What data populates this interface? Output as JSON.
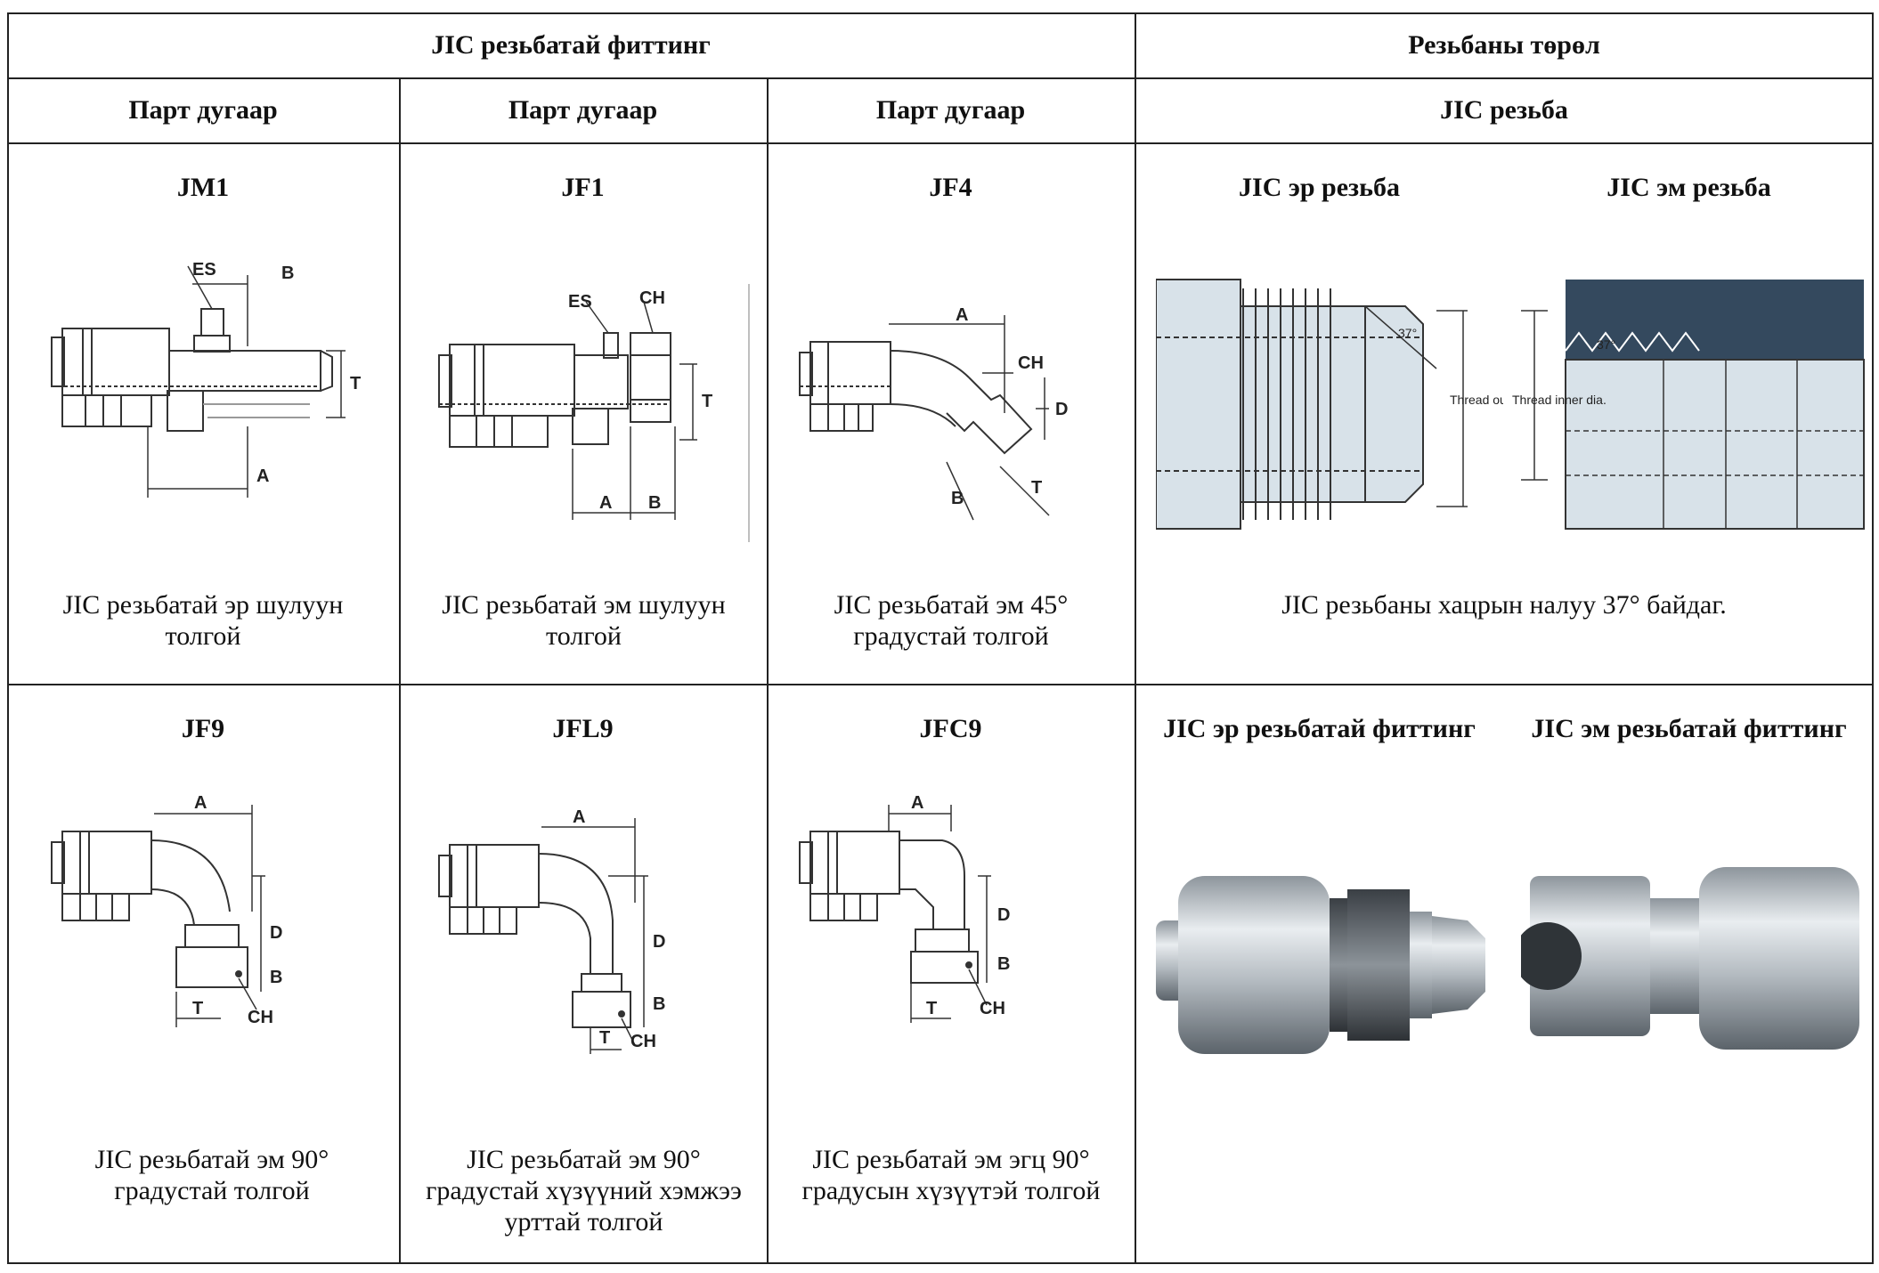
{
  "header": {
    "left_title": "JIC резьбатай фиттинг",
    "right_title": "Резьбаны төрөл",
    "part_label_1": "Парт дугаар",
    "part_label_2": "Парт дугаар",
    "part_label_3": "Парт дугаар",
    "thread_label": "JIC резьба"
  },
  "row1": {
    "items": [
      {
        "code": "JM1",
        "caption": "JIC резьбатай эр шулуун толгой"
      },
      {
        "code": "JF1",
        "caption": "JIC резьбатай эм шулуун толгой"
      },
      {
        "code": "JF4",
        "caption": "JIC резьбатай эм 45° градустай толгой"
      }
    ],
    "thread": {
      "male_title": "JIC эр резьба",
      "female_title": "JIC эм резьба",
      "caption": "JIC резьбаны хацрын налуу 37° байдаг.",
      "angle_label": "37°",
      "outer_label": "Thread outer dia.",
      "inner_label": "Thread inner dia."
    }
  },
  "row2": {
    "items": [
      {
        "code": "JF9",
        "caption": "JIC резьбатай эм 90° градустай толгой"
      },
      {
        "code": "JFL9",
        "caption": "JIC резьбатай эм 90° градустай хүзүүний хэмжээ урттай толгой"
      },
      {
        "code": "JFC9",
        "caption": "JIC резьбатай эм эгц 90° градусын хүзүүтэй толгой"
      }
    ],
    "photos": {
      "male_title": "JIC эр резьбатай фиттинг",
      "female_title": "JIC эм резьбатай фиттинг"
    }
  },
  "dim_labels": {
    "A": "A",
    "B": "B",
    "T": "T",
    "D": "D",
    "ES": "ES",
    "CH": "CH"
  }
}
